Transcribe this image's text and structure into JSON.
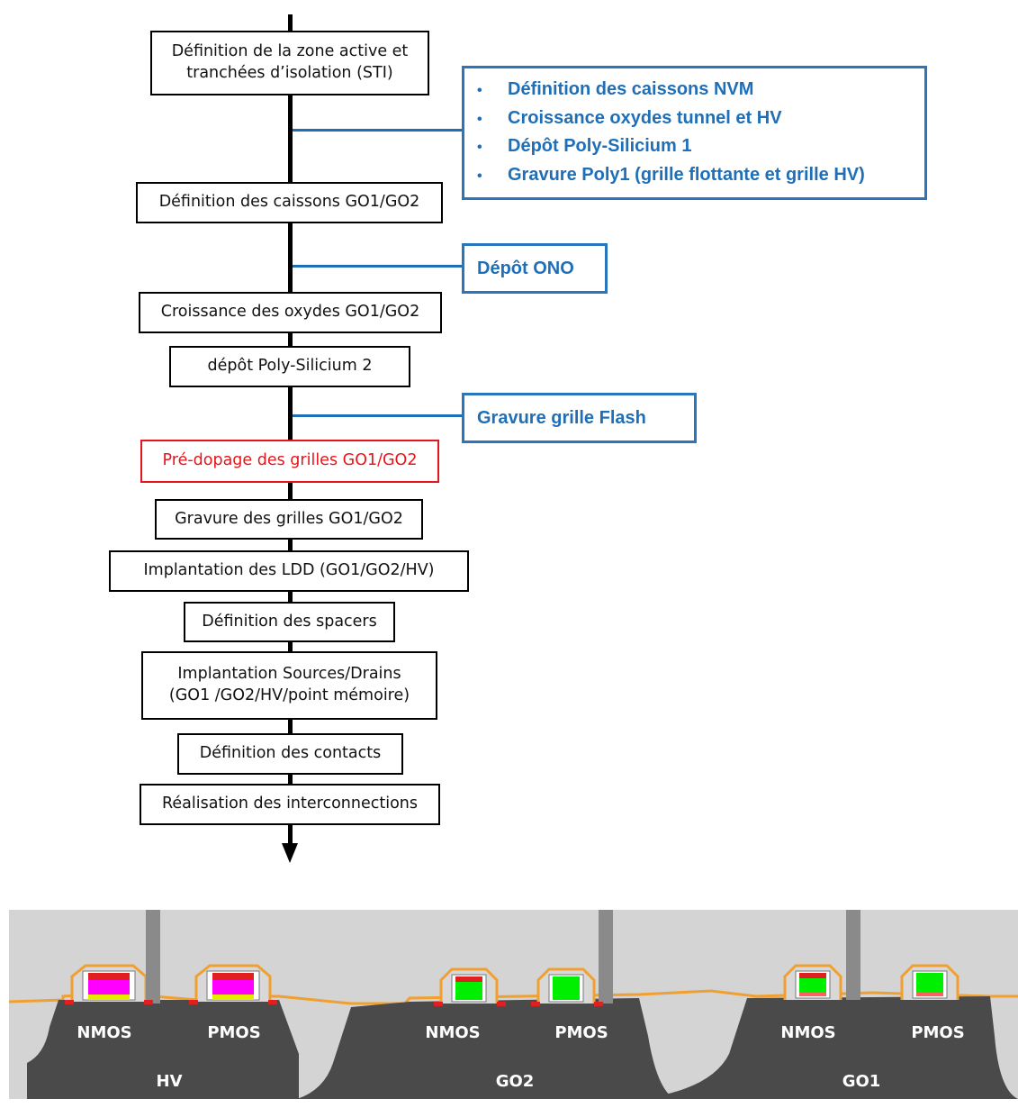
{
  "flow_steps": [
    "Définition de la zone active et\ntranchées d’isolation (STI)",
    "Définition des caissons GO1/GO2",
    "Croissance des oxydes GO1/GO2",
    "dépôt Poly-Silicium 2",
    "Pré-dopage des grilles GO1/GO2",
    "Gravure des grilles GO1/GO2",
    "Implantation des LDD (GO1/GO2/HV)",
    "Définition des spacers",
    "Implantation Sources/Drains\n(GO1 /GO2/HV/point mémoire)",
    "Définition des contacts",
    "Réalisation des interconnections"
  ],
  "nvm_steps": {
    "bullet": "•",
    "list": [
      "Définition des caissons NVM",
      "Croissance oxydes tunnel et HV",
      "Dépôt Poly-Silicium 1",
      "Gravure Poly1 (grille flottante et grille HV)"
    ],
    "ono": "Dépôt ONO",
    "flash": "Gravure  grille Flash"
  },
  "cross_section": {
    "transistors": [
      "NMOS",
      "PMOS",
      "NMOS",
      "PMOS",
      "NMOS",
      "PMOS"
    ],
    "regions": [
      "HV",
      "GO2",
      "GO1"
    ]
  },
  "colors": {
    "flow_border": "#000000",
    "highlight_red": "#e8141a",
    "nvm_blue": "#1f6fb8",
    "well": "#4a4a4a",
    "liner": "#f0a030",
    "hv_gate": "#ff00ff",
    "lv_gate": "#00ee00"
  }
}
